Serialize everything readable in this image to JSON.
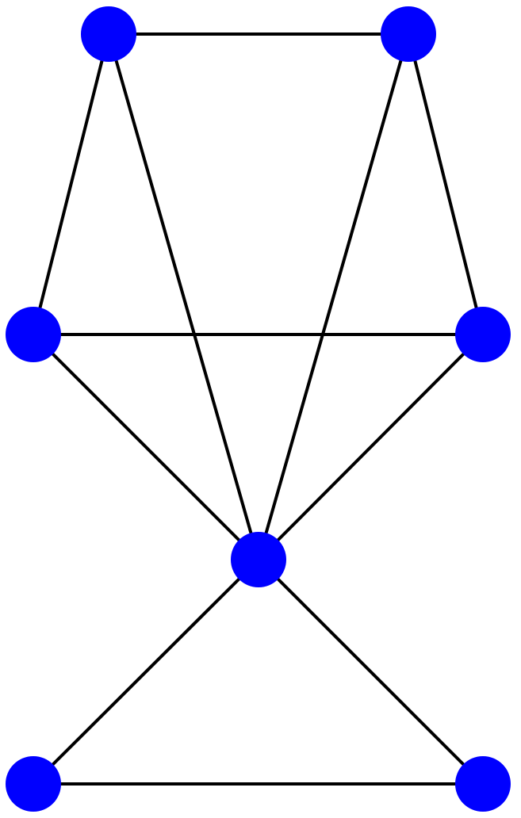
{
  "diagram": {
    "type": "undirected-graph",
    "node_color": "#0000ff",
    "edge_color": "#000000",
    "nodes": [
      {
        "id": "top-left"
      },
      {
        "id": "top-right"
      },
      {
        "id": "middle-left"
      },
      {
        "id": "middle-right"
      },
      {
        "id": "center"
      },
      {
        "id": "bottom-left"
      },
      {
        "id": "bottom-right"
      }
    ],
    "edges": [
      [
        "top-left",
        "top-right"
      ],
      [
        "top-left",
        "middle-left"
      ],
      [
        "top-left",
        "center"
      ],
      [
        "top-right",
        "center"
      ],
      [
        "top-right",
        "middle-right"
      ],
      [
        "middle-left",
        "middle-right"
      ],
      [
        "middle-left",
        "center"
      ],
      [
        "middle-right",
        "center"
      ],
      [
        "center",
        "bottom-left"
      ],
      [
        "center",
        "bottom-right"
      ],
      [
        "bottom-left",
        "bottom-right"
      ]
    ]
  }
}
